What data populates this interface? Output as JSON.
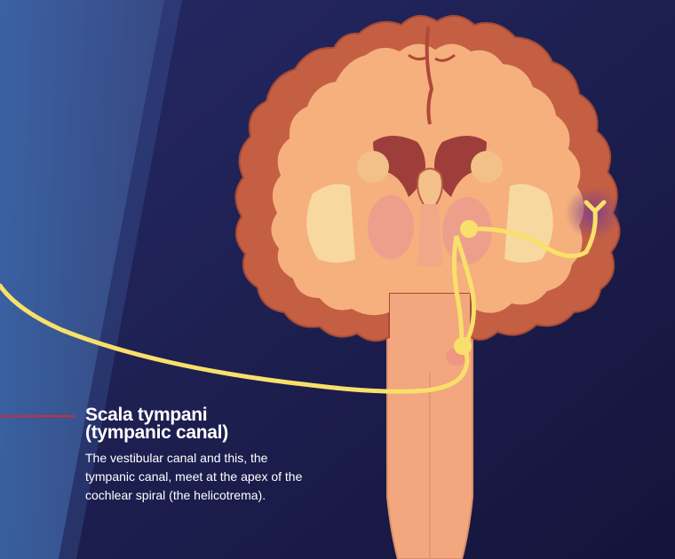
{
  "label": {
    "title_line1": "Scala tympani",
    "title_line2": "(tympanic canal)",
    "description": "The vestibular canal and this, the tympanic canal, meet at the apex of the cochlear spiral (the helicotrema)."
  },
  "colors": {
    "background": "#1a1a44",
    "pointer_line": "#d42a35",
    "nerve_pathway": "#f8e06a",
    "brain_tissue": "#f6b27e",
    "cortex_outline": "#b8543f"
  }
}
